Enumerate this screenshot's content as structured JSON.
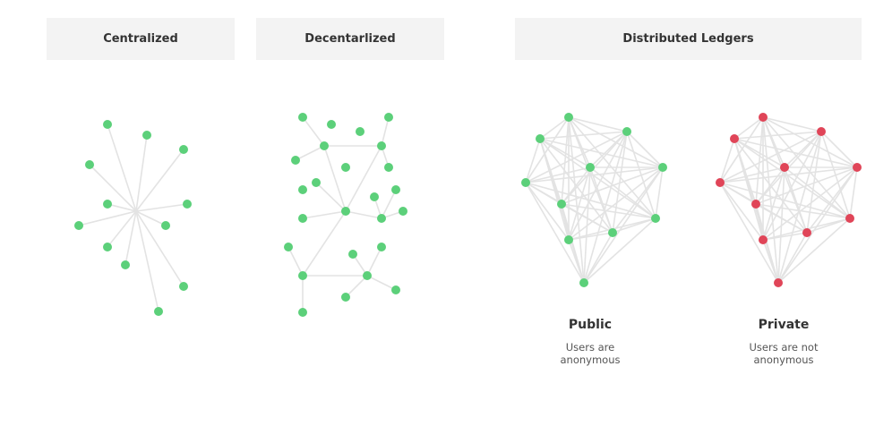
{
  "headers": {
    "centralized": "Centralized",
    "decentralized": "Decentarlized",
    "distributed": "Distributed Ledgers"
  },
  "captions": {
    "public": {
      "title": "Public",
      "subtitle_line1": "Users are",
      "subtitle_line2": "anonymous"
    },
    "private": {
      "title": "Private",
      "subtitle_line1": "Users are not",
      "subtitle_line2": "anonymous"
    }
  },
  "colors": {
    "public_node": "#5cd07a",
    "private_node": "#e04558",
    "edge": "#e3e3e3",
    "header_bg": "#f3f3f3"
  }
}
